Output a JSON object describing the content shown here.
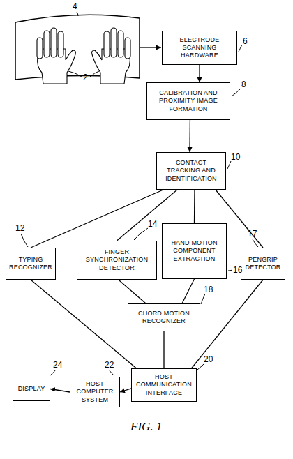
{
  "diagram": {
    "caption": "FIG. 1",
    "nodes": [
      {
        "text": [
          "ELECTRODE SCANNING HARDWARE"
        ]
      },
      {
        "text": [
          "CALIBRATION AND PROXIMITY IMAGE FORMATION"
        ]
      },
      {
        "text": [
          "CONTACT TRACKING AND IDENTIFICATION"
        ]
      },
      {
        "text": [
          "TYPING RECOGNIZER"
        ]
      },
      {
        "text": [
          "FINGER SYNCHRONIZATION DETECTOR"
        ]
      },
      {
        "text": [
          "HAND MOTION COMPONENT EXTRACTION"
        ]
      },
      {
        "text": [
          "PENGRIP DETECTOR"
        ]
      },
      {
        "text": [
          "CHORD MOTION RECOGNIZER"
        ]
      },
      {
        "text": [
          "HOST COMMUNICATION INTERFACE"
        ]
      },
      {
        "text": [
          "HOST COMPUTER SYSTEM"
        ]
      },
      {
        "text": [
          "DISPLAY"
        ]
      }
    ],
    "edges": [
      {
        "from": 0,
        "to": 1,
        "arrow": "to"
      },
      {
        "from": 1,
        "to": 2,
        "arrow": "to"
      },
      {
        "from": 2,
        "to": 3,
        "arrow": "none"
      },
      {
        "from": 2,
        "to": 4,
        "arrow": "none"
      },
      {
        "from": 2,
        "to": 5,
        "arrow": "none"
      },
      {
        "from": 2,
        "to": 6,
        "arrow": "none"
      },
      {
        "from": 4,
        "to": 7,
        "arrow": "none"
      },
      {
        "from": 5,
        "to": 7,
        "arrow": "none"
      },
      {
        "from": 3,
        "to": 8,
        "arrow": "none"
      },
      {
        "from": 7,
        "to": 8,
        "arrow": "none"
      },
      {
        "from": 6,
        "to": 8,
        "arrow": "none"
      },
      {
        "from": 8,
        "to": 9,
        "arrow": "to"
      },
      {
        "from": 9,
        "to": 10,
        "arrow": "to"
      }
    ],
    "labels": [
      "4",
      "2",
      "6",
      "8",
      "10",
      "12",
      "14",
      "16",
      "17",
      "18",
      "20",
      "22",
      "24"
    ]
  }
}
